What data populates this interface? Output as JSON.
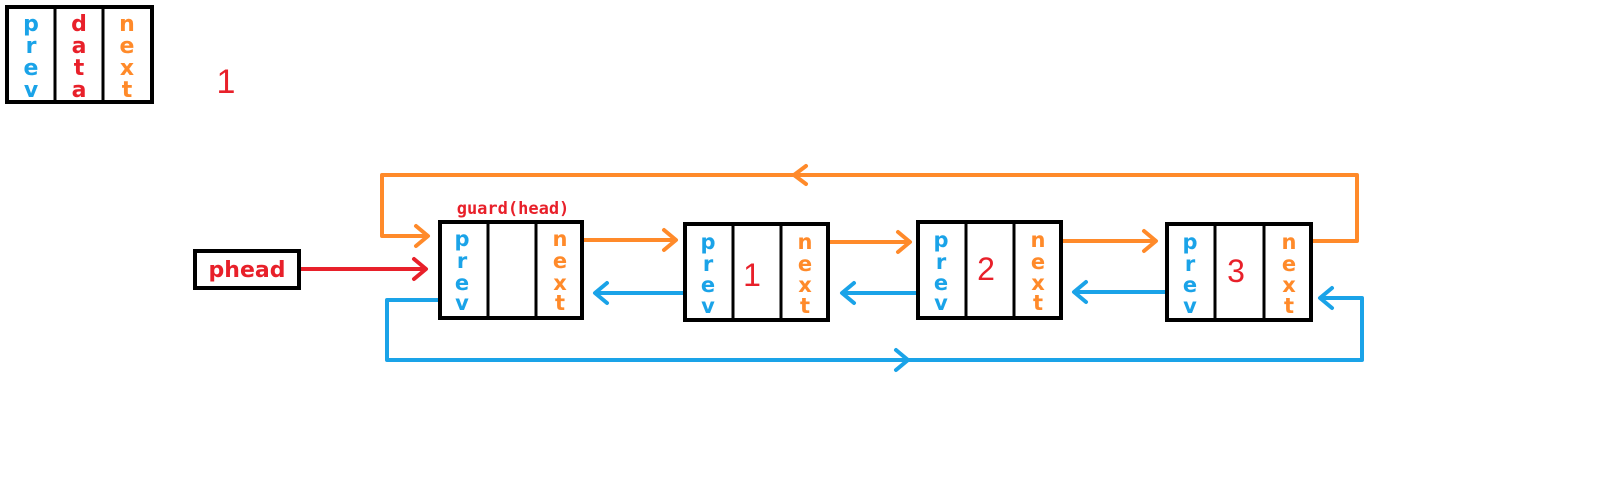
{
  "legend": {
    "prev_letters": [
      "p",
      "r",
      "e",
      "v"
    ],
    "data_letters": [
      "d",
      "a",
      "t",
      "a"
    ],
    "next_letters": [
      "n",
      "e",
      "x",
      "t"
    ],
    "side_number": "1"
  },
  "phead_label": "phead",
  "guard_label": "guard(head)",
  "nodes": [
    {
      "id": "guard",
      "data": ""
    },
    {
      "id": "node-1",
      "data": "1"
    },
    {
      "id": "node-2",
      "data": "2"
    },
    {
      "id": "node-3",
      "data": "3"
    }
  ],
  "field_letters": {
    "prev": [
      "p",
      "r",
      "e",
      "v"
    ],
    "next": [
      "n",
      "e",
      "x",
      "t"
    ]
  },
  "colors": {
    "prev": "#1AA3E8",
    "data": "#E8202A",
    "next": "#FF8A2A",
    "border": "#000000"
  }
}
